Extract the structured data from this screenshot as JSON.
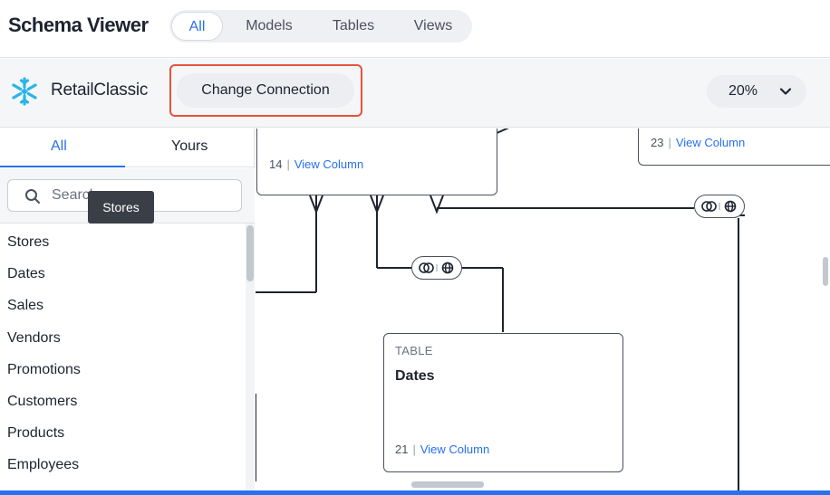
{
  "header": {
    "title": "Schema Viewer",
    "tabs": [
      {
        "label": "All",
        "active": true
      },
      {
        "label": "Models",
        "active": false
      },
      {
        "label": "Tables",
        "active": false
      },
      {
        "label": "Views",
        "active": false
      }
    ]
  },
  "connection": {
    "icon": "snowflake-icon",
    "name": "RetailClassic",
    "change_label": "Change Connection",
    "zoom": "20%"
  },
  "sidebar": {
    "tabs": [
      {
        "label": "All",
        "active": true
      },
      {
        "label": "Yours",
        "active": false
      }
    ],
    "search": {
      "placeholder": "Search",
      "value": ""
    },
    "tooltip": "Stores",
    "items": [
      "Stores",
      "Dates",
      "Sales",
      "Vendors",
      "Promotions",
      "Customers",
      "Products",
      "Employees"
    ]
  },
  "canvas": {
    "nodes": [
      {
        "type": "",
        "name": "",
        "column_count": "14",
        "view_label": "View Column"
      },
      {
        "type": "",
        "name": "",
        "column_count": "23",
        "view_label": "View Column"
      },
      {
        "type": "TABLE",
        "name": "Dates",
        "column_count": "21",
        "view_label": "View Column"
      }
    ],
    "separator": "|"
  },
  "colors": {
    "accent": "#2770ef",
    "highlight": "#e5533b",
    "snowflake": "#29b5e8"
  }
}
